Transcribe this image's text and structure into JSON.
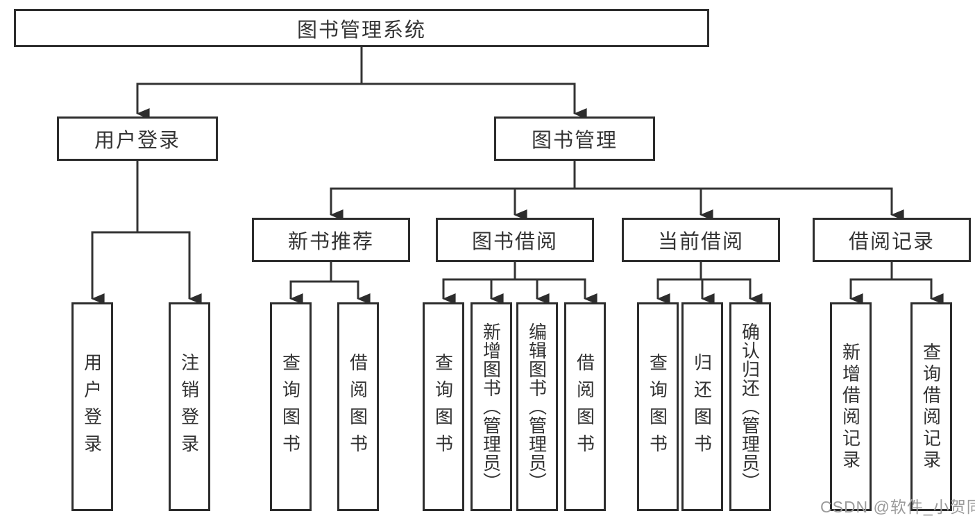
{
  "colors": {
    "line": "#333333",
    "box_border": "#2d2d2d",
    "box_bg": "#ffffff",
    "text": "#333333",
    "watermark": "#9b9b9b"
  },
  "watermark": "CSDN @软件_小贺同学",
  "tree": {
    "label": "图书管理系统",
    "children": [
      {
        "label": "用户登录",
        "children": [
          {
            "label": "用户登录"
          },
          {
            "label": "注销登录"
          }
        ]
      },
      {
        "label": "图书管理",
        "children": [
          {
            "label": "新书推荐",
            "children": [
              {
                "label": "查询图书"
              },
              {
                "label": "借阅图书"
              }
            ]
          },
          {
            "label": "图书借阅",
            "children": [
              {
                "label": "查询图书"
              },
              {
                "label": "新增图书（管理员）"
              },
              {
                "label": "编辑图书（管理员）"
              },
              {
                "label": "借阅图书"
              }
            ]
          },
          {
            "label": "当前借阅",
            "children": [
              {
                "label": "查询图书"
              },
              {
                "label": "归还图书"
              },
              {
                "label": "确认归还（管理员）"
              }
            ]
          },
          {
            "label": "借阅记录",
            "children": [
              {
                "label": "新增借阅记录"
              },
              {
                "label": "查询借阅记录"
              }
            ]
          }
        ]
      }
    ]
  }
}
